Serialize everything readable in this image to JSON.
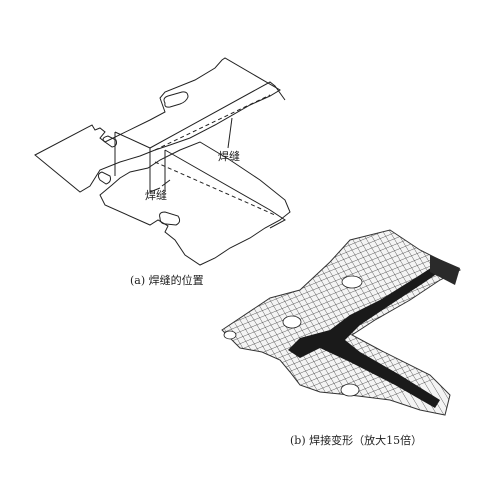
{
  "figure": {
    "panel_a": {
      "caption": "(a) 焊缝的位置",
      "weld_label_1": "焊缝",
      "weld_label_2": "焊缝"
    },
    "panel_b": {
      "caption": "(b) 焊接变形（放大15倍）"
    }
  },
  "colors": {
    "line": "#222222",
    "mesh": "#333333",
    "background": "#ffffff"
  }
}
